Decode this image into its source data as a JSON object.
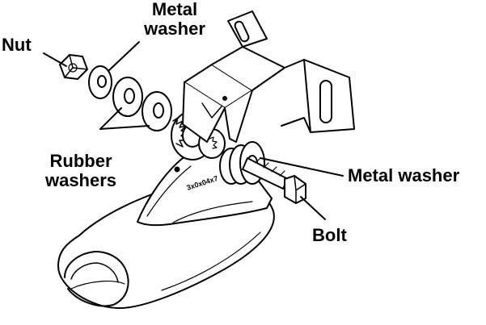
{
  "labels": {
    "metal_washer_top": [
      "Metal",
      "washer"
    ],
    "nut": "Nut",
    "rubber_washers": [
      "Rubber",
      "washers"
    ],
    "metal_washer_right": "Metal washer",
    "bolt": "Bolt"
  },
  "part_marking": "3x0x04x7"
}
